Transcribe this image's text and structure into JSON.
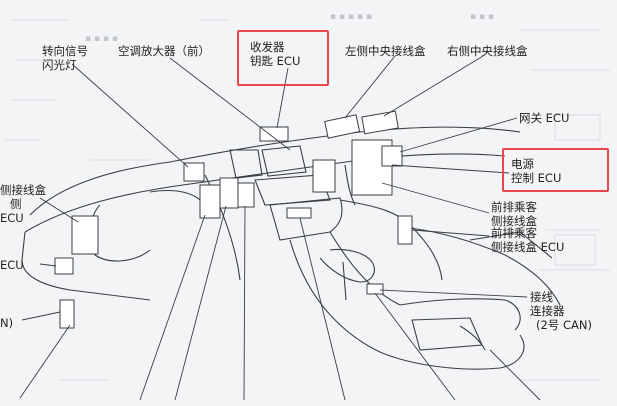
{
  "labels": {
    "turn_signal": [
      "转向信号",
      "闪光灯"
    ],
    "ac_amp": "空调放大器（前）",
    "transceiver": [
      "收发器",
      "钥匙 ECU"
    ],
    "left_jb": "左侧中央接线盒",
    "right_jb": "右侧中央接线盒",
    "gateway": "网关 ECU",
    "power_ecu": [
      "电源",
      "控制 ECU"
    ],
    "front_passenger_jb": [
      "前排乘客",
      "侧接线盒"
    ],
    "front_passenger_jb_ecu": [
      "前排乘客",
      "侧接线盒 ECU"
    ],
    "junction_connector": [
      "接线",
      "连接器",
      "(2号 CAN)"
    ],
    "left_edge_jb": [
      "侧接线盒",
      "侧",
      "ECU"
    ],
    "left_edge_ecu": "ECU",
    "left_edge_n": "N)"
  },
  "highlight_color": "#e8454f"
}
